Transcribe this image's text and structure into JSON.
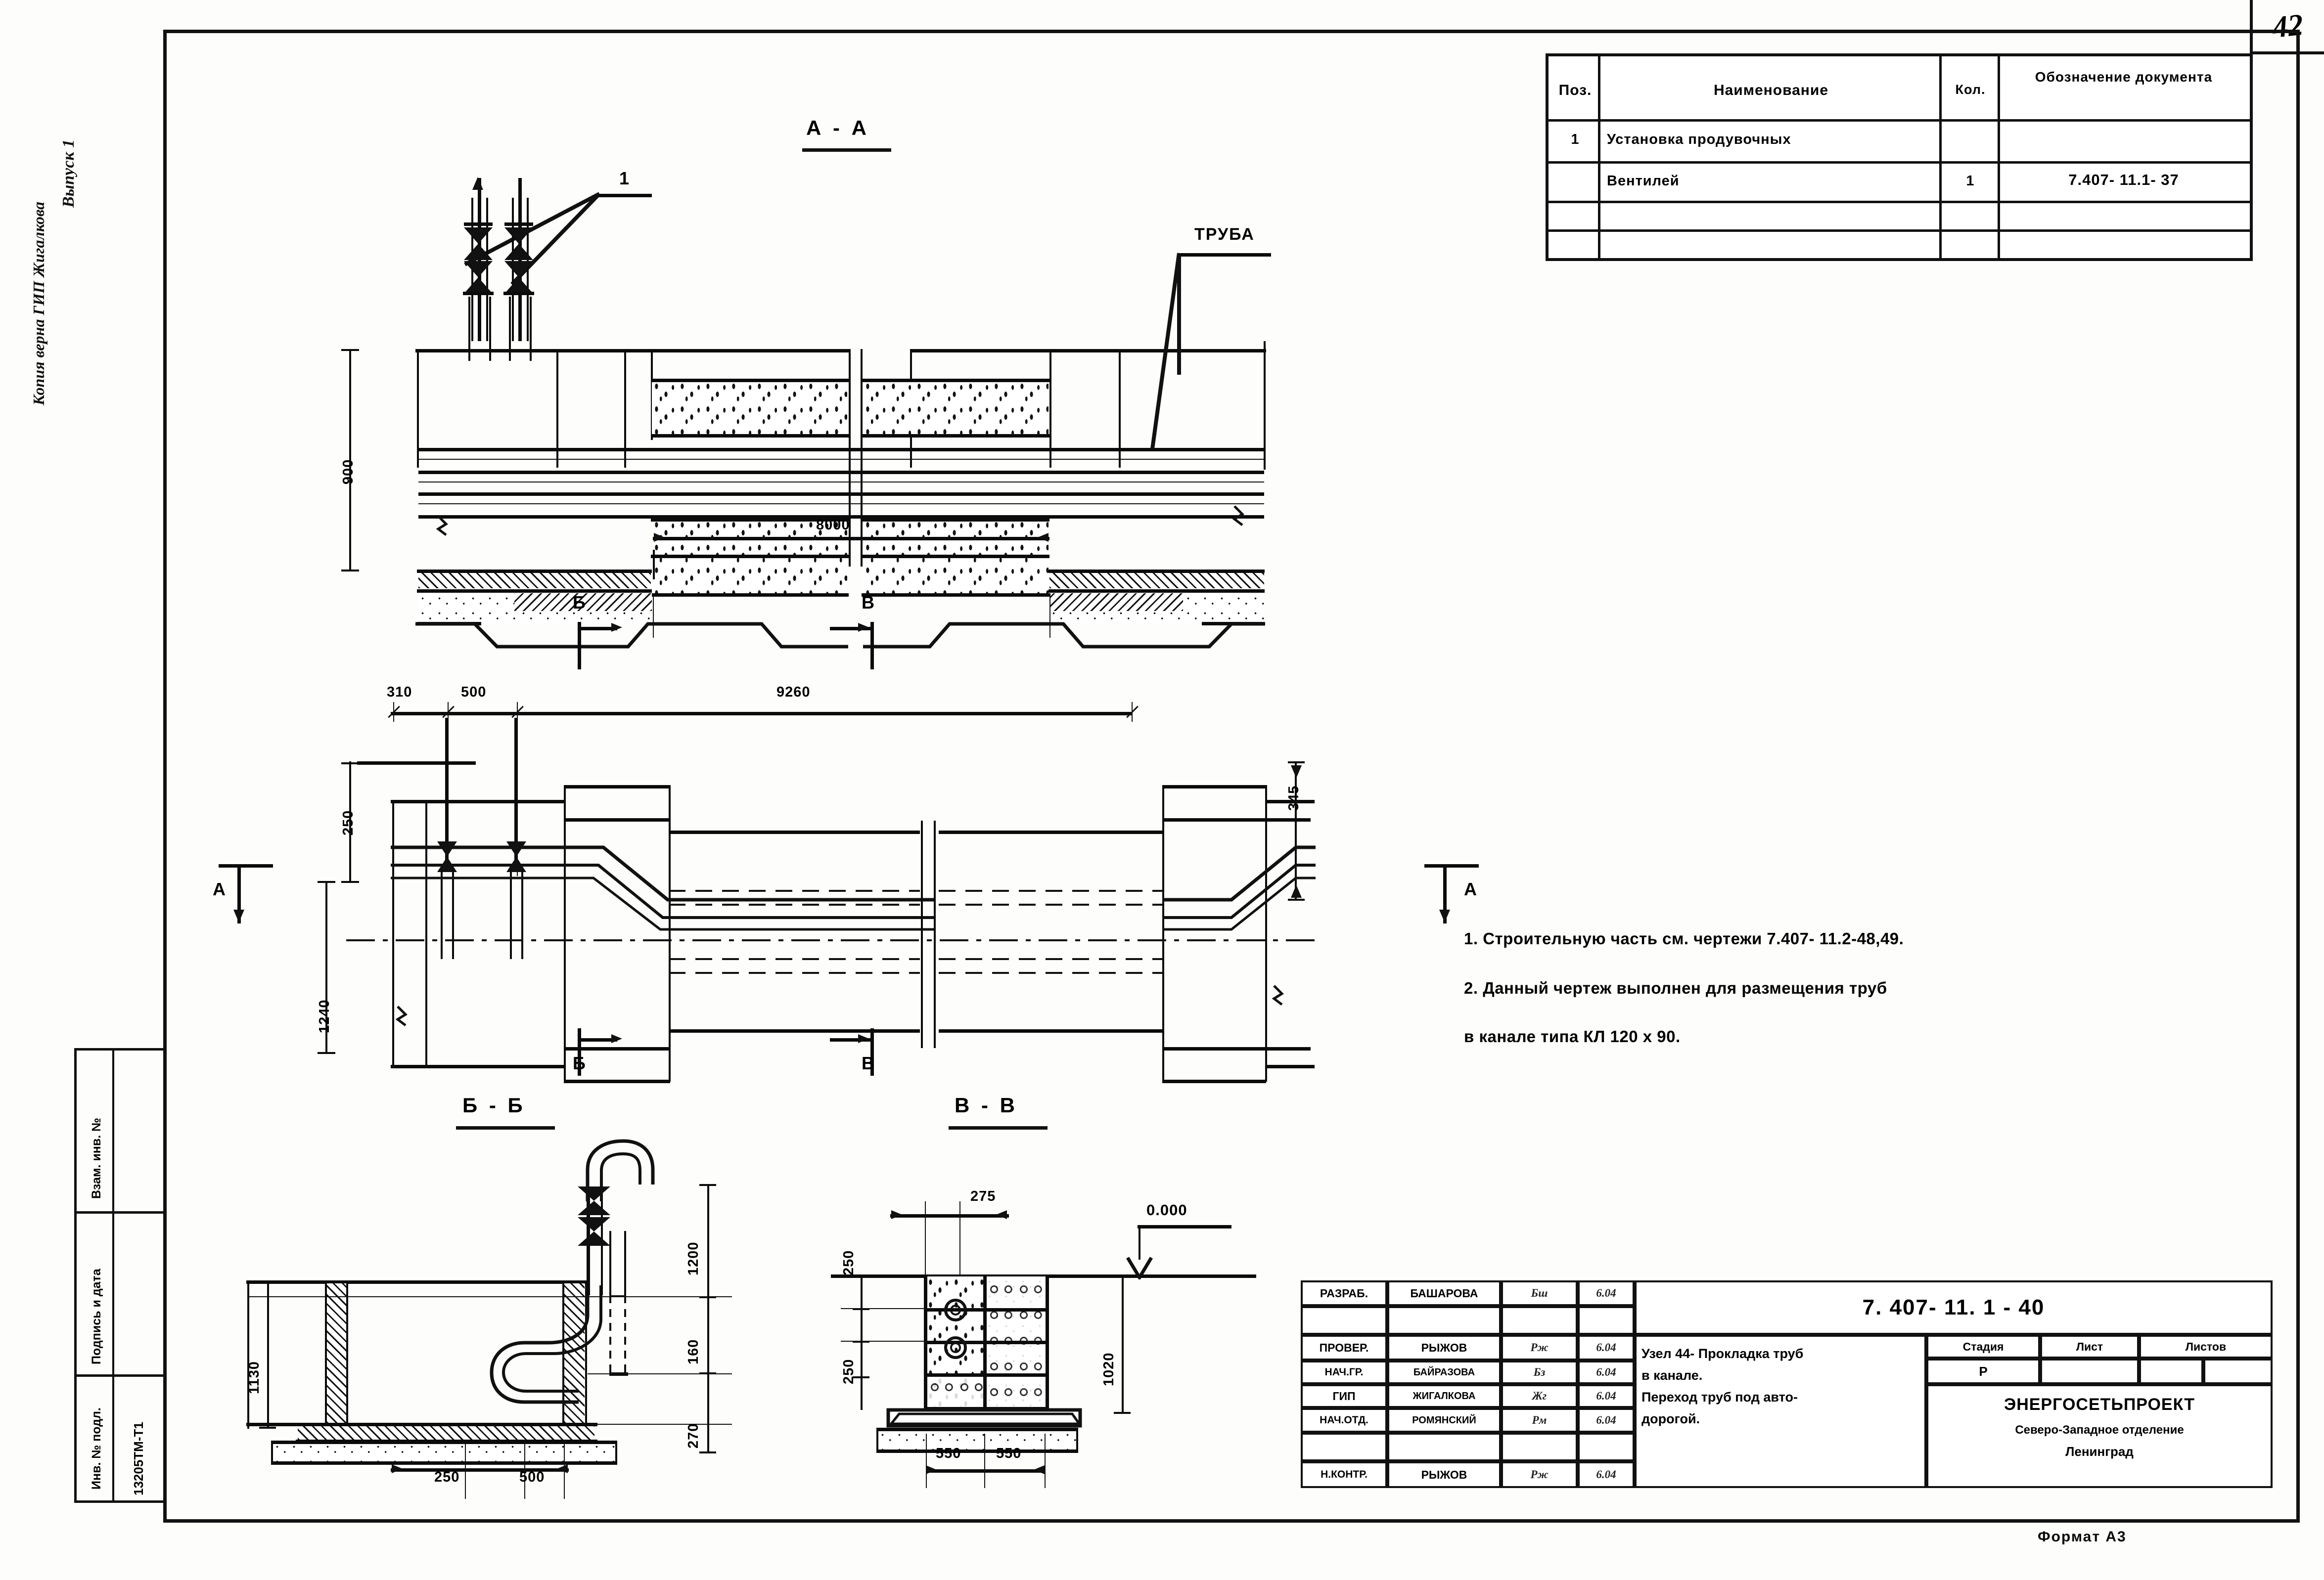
{
  "sheet": {
    "page_number": "42",
    "format_note": "Формат А3"
  },
  "margin_notes": {
    "copy_certify": "Копия верна  ГИП  Жигалкова",
    "issue": "Выпуск 1"
  },
  "left_stamp": {
    "rows": [
      {
        "label": "Взам. инв. №",
        "value": ""
      },
      {
        "label": "Подпись и дата",
        "value": ""
      },
      {
        "label": "Инв. № подл.",
        "value": "13205ТМ-Т1"
      }
    ]
  },
  "spec_table": {
    "headers": [
      "Поз.",
      "Наименование",
      "Кол.",
      "Обозначение документа"
    ],
    "rows": [
      {
        "pos": "1",
        "name_line1": "Установка продувочных",
        "name_line2": "Вентилей",
        "qty": "1",
        "doc": "7.407- 11.1- 37"
      },
      {
        "pos": "",
        "name_line1": "",
        "name_line2": "",
        "qty": "",
        "doc": ""
      },
      {
        "pos": "",
        "name_line1": "",
        "name_line2": "",
        "qty": "",
        "doc": ""
      }
    ]
  },
  "notes": [
    "1. Строительную  часть см. чертежи 7.407- 11.2-48,49.",
    "2. Данный  чертеж  выполнен для размещения труб",
    "в канале  типа  КЛ 120 х 90."
  ],
  "views": {
    "section_aa": {
      "title": "А - А",
      "callout_1": "1",
      "pipe_label": "ТРУБА",
      "dims": {
        "height": "900",
        "length": "8000"
      }
    },
    "plan": {
      "marker_a_left": "А",
      "marker_a_right": "А",
      "marker_b_top": "Б",
      "marker_b_bottom": "Б",
      "marker_v_top": "В",
      "marker_v_bottom": "В",
      "dims": {
        "d310": "310",
        "d500": "500",
        "d9260": "9260",
        "d250": "250",
        "d1240": "1240",
        "d345": "345"
      }
    },
    "section_bb": {
      "title": "Б - Б",
      "dims": {
        "h1130": "1130",
        "h1200": "1200",
        "h160": "160",
        "h270": "270",
        "w250": "250",
        "w500": "500"
      }
    },
    "section_vv": {
      "title": "В - В",
      "dims": {
        "w275": "275",
        "h250a": "250",
        "h250b": "250",
        "h1020": "1020",
        "w550a": "550",
        "w550b": "550"
      },
      "level_mark": "0.000"
    }
  },
  "title_block": {
    "signature_rows": [
      {
        "role": "РАЗРАБ.",
        "name": "БАШАРОВА",
        "sign": "Бш",
        "date": "6.04"
      },
      {
        "role": "",
        "name": "",
        "sign": "",
        "date": ""
      },
      {
        "role": "ПРОВЕР.",
        "name": "РЫЖОВ",
        "sign": "Рж",
        "date": "6.04"
      },
      {
        "role": "НАЧ.ГР.",
        "name": "БАЙРАЗОВА",
        "sign": "Бз",
        "date": "6.04"
      },
      {
        "role": "ГИП",
        "name": "ЖИГАЛКОВА",
        "sign": "Жг",
        "date": "6.04"
      },
      {
        "role": "НАЧ.ОТД.",
        "name": "РОМЯНСКИЙ",
        "sign": "Рм",
        "date": "6.04"
      },
      {
        "role": "",
        "name": "",
        "sign": "",
        "date": ""
      },
      {
        "role": "Н.КОНТР.",
        "name": "РЫЖОВ",
        "sign": "Рж",
        "date": "6.04"
      }
    ],
    "drawing_title_lines": [
      "Узел 44- Прокладка труб",
      "в канале.",
      "Переход труб под авто-",
      "дорогой."
    ],
    "doc_number": "7. 407- 11. 1 - 40",
    "stage_header": "Стадия",
    "sheet_header": "Лист",
    "sheets_header": "Листов",
    "stage_value": "Р",
    "sheet_value": "",
    "sheets_value": "",
    "org_name": "ЭНЕРГОСЕТЬПРОЕКТ",
    "org_division": "Северо-Западное отделение",
    "org_city": "Ленинград"
  }
}
